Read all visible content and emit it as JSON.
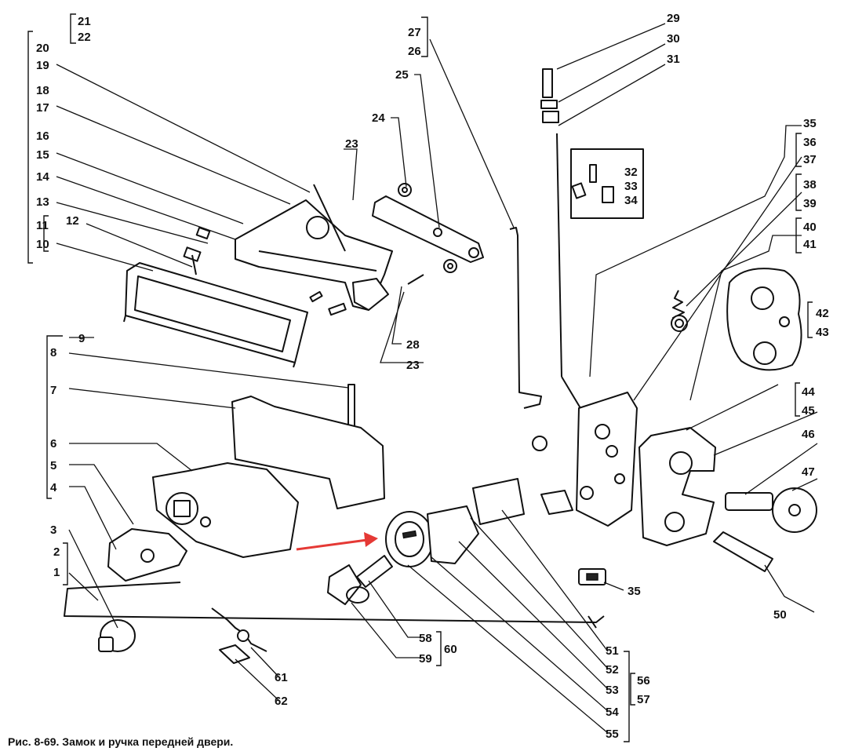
{
  "caption": "Рис. 8-69. Замок и ручка передней двери.",
  "labels": {
    "n1": "1",
    "n2": "2",
    "n3": "3",
    "n4": "4",
    "n5": "5",
    "n6": "6",
    "n7": "7",
    "n8": "8",
    "n9": "9",
    "n10": "10",
    "n11": "11",
    "n12": "12",
    "n13": "13",
    "n14": "14",
    "n15": "15",
    "n16": "16",
    "n17": "17",
    "n18": "18",
    "n19": "19",
    "n20": "20",
    "n21": "21",
    "n22": "22",
    "n23a": "23",
    "n23b": "23",
    "n24": "24",
    "n25": "25",
    "n26": "26",
    "n27": "27",
    "n28": "28",
    "n29": "29",
    "n30": "30",
    "n31": "31",
    "n32": "32",
    "n33": "33",
    "n34": "34",
    "n35a": "35",
    "n35b": "35",
    "n36": "36",
    "n37": "37",
    "n38": "38",
    "n39": "39",
    "n40": "40",
    "n41": "41",
    "n42": "42",
    "n43": "43",
    "n44": "44",
    "n45": "45",
    "n46": "46",
    "n47": "47",
    "n50": "50",
    "n51": "51",
    "n52": "52",
    "n53": "53",
    "n54": "54",
    "n55": "55",
    "n56": "56",
    "n57": "57",
    "n58": "58",
    "n59": "59",
    "n60": "60",
    "n61": "61",
    "n62": "62"
  },
  "colors": {
    "arrow": "#e53935",
    "ink": "#111111"
  }
}
